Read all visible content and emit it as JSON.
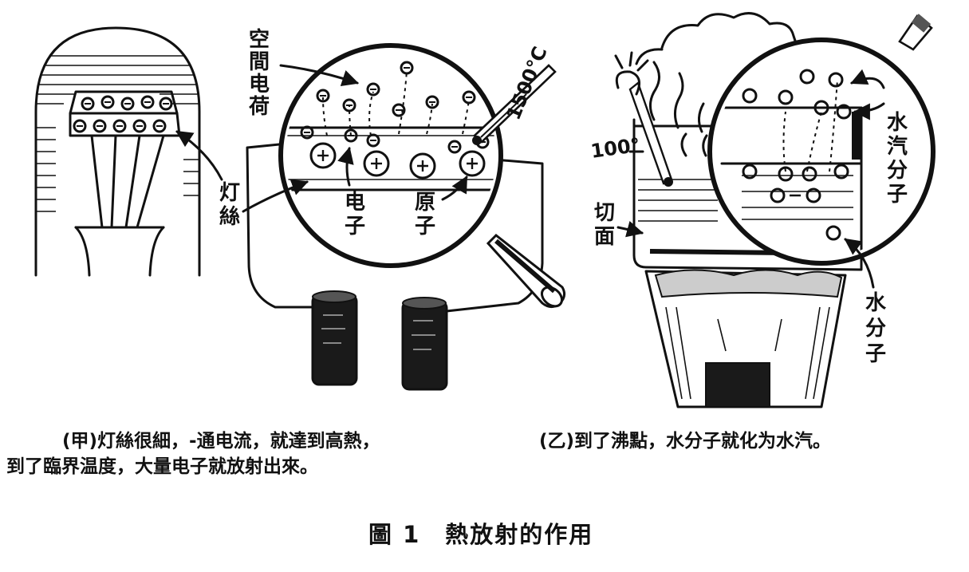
{
  "panel_a": {
    "labels": {
      "space_current": [
        "空",
        "間",
        "电",
        "荷"
      ],
      "filament": [
        "灯",
        "絲"
      ],
      "electron": [
        "电",
        "子"
      ],
      "atom": [
        "原",
        "子"
      ],
      "temperature": "1500°C"
    },
    "caption_line1": "(甲)灯絲很細，-通电流，就達到高熱，",
    "caption_line2": "到了臨界温度，大量电子就放射出來。"
  },
  "panel_b": {
    "labels": {
      "steam_molecule": [
        "水",
        "汽",
        "分",
        "子"
      ],
      "water_molecule": [
        "水",
        "分",
        "子"
      ],
      "cut_surface": [
        "切",
        "面"
      ],
      "temperature": "100°"
    },
    "caption": "(乙)到了沸點，水分子就化为水汽。"
  },
  "figure_title": "圖 1　熱放射的作用",
  "icons": [
    "light-bulb",
    "magnifier-circle",
    "battery",
    "thermometer",
    "beaker",
    "burner",
    "steam-cloud"
  ]
}
